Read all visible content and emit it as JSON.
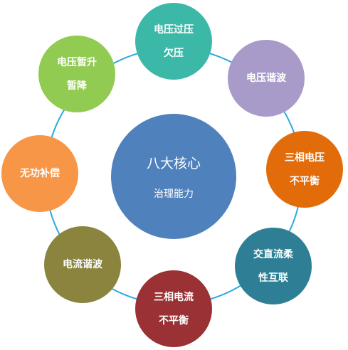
{
  "center": {
    "line1": "八大核心",
    "line2": "治理能力",
    "color": "#4F81BD"
  },
  "ring_color": "#2BA9E0",
  "nodes": [
    {
      "line1": "电压过压",
      "line2": "欠压",
      "color": "#3CB8A8"
    },
    {
      "line1": "电压谐波",
      "line2": "",
      "color": "#A99BC9"
    },
    {
      "line1": "三相电压",
      "line2": "不平衡",
      "color": "#E36C0A"
    },
    {
      "line1": "交直流柔",
      "line2": "性互联",
      "color": "#2E7F95"
    },
    {
      "line1": "三相电流",
      "line2": "不平衡",
      "color": "#9A3134"
    },
    {
      "line1": "电流谐波",
      "line2": "",
      "color": "#8A843F"
    },
    {
      "line1": "无功补偿",
      "line2": "",
      "color": "#F79646"
    },
    {
      "line1": "电压暂升",
      "line2": "暂降",
      "color": "#92CB52"
    }
  ]
}
